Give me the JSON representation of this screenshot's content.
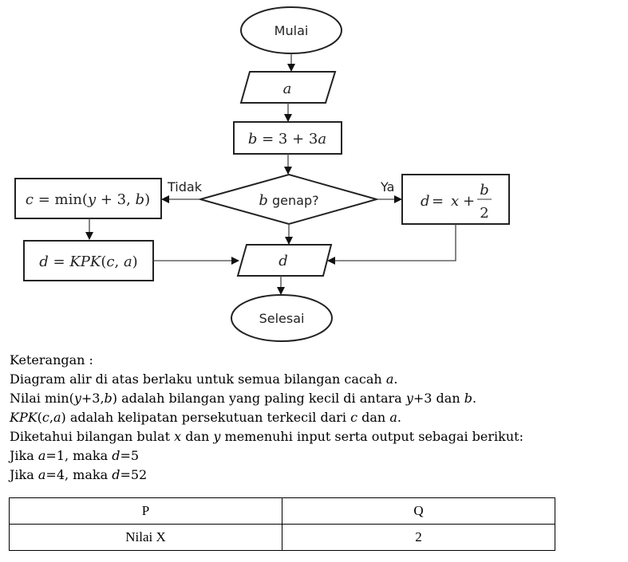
{
  "flowchart": {
    "start_label": "Mulai",
    "input_label": "a",
    "process_b": "b = 3 + 3a",
    "decision": {
      "var": "b",
      "text": " genap?"
    },
    "no_label": "Tidak",
    "yes_label": "Ya",
    "process_c": "c = min(y + 3, b)",
    "process_d_kpk": "d = KPK(c, a)",
    "process_d_yes": {
      "lhs": "d = x + ",
      "num": "b",
      "den": "2"
    },
    "output_label": "d",
    "end_label": "Selesai"
  },
  "notes": {
    "heading": "Keterangan :",
    "lines": [
      "Diagram alir di atas berlaku untuk semua bilangan cacah a.",
      "Nilai min(y+3,b) adalah bilangan yang paling kecil di antara y+3 dan b.",
      "KPK(c,a) adalah kelipatan persekutuan terkecil dari c dan a.",
      "Diketahui bilangan bulat x dan y memenuhi input serta output sebagai berikut:",
      "Jika a=1, maka d=5",
      "Jika a=4, maka d=52"
    ]
  },
  "table": {
    "headers": [
      "P",
      "Q"
    ],
    "rows": [
      [
        "Nilai X",
        "2"
      ]
    ]
  }
}
